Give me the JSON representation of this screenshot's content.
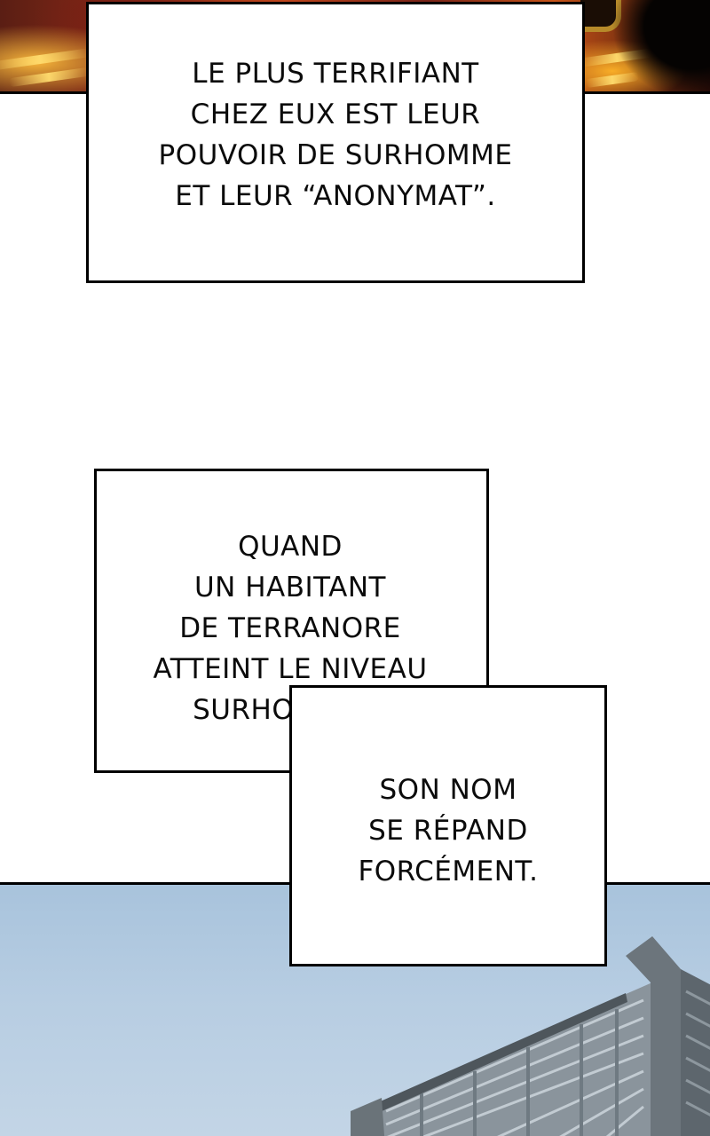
{
  "captions": {
    "caption_1": "LE PLUS TERRIFIANT\nCHEZ EUX EST LEUR\nPOUVOIR DE SURHOMME\nET LEUR “ANONYMAT”.",
    "caption_2": "QUAND\nUN HABITANT\nDE TERRANORE\nATTEINT LE NIVEAU\nSURHOMME...",
    "caption_3": "SON NOM\nSE RÉPAND\nFORCÉMENT."
  },
  "panels": {
    "top": "fiery-explosion-panel",
    "bottom": "sky-and-office-building-panel"
  },
  "colors": {
    "caption_border": "#000000",
    "caption_background": "#ffffff",
    "sky": "#b7cde2",
    "fire": "#c0461c"
  }
}
